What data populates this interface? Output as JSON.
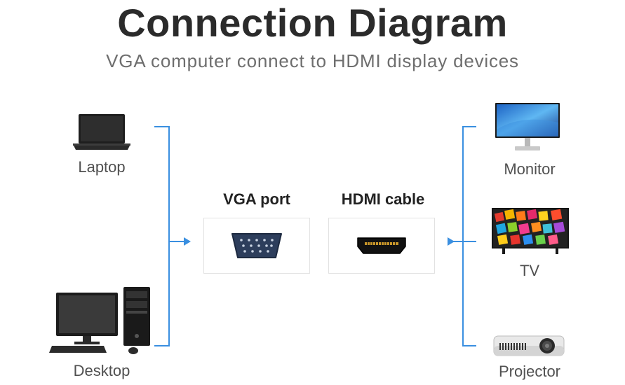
{
  "header": {
    "title": "Connection Diagram",
    "subtitle": "VGA computer connect to HDMI display devices"
  },
  "sources": [
    {
      "label": "Laptop",
      "icon": "laptop-icon"
    },
    {
      "label": "Desktop",
      "icon": "desktop-computer-icon"
    }
  ],
  "adapter": {
    "vga": {
      "label": "VGA port",
      "icon": "vga-port-icon"
    },
    "hdmi": {
      "label": "HDMI cable",
      "icon": "hdmi-port-icon"
    }
  },
  "displays": [
    {
      "label": "Monitor",
      "icon": "monitor-icon"
    },
    {
      "label": "TV",
      "icon": "tv-icon"
    },
    {
      "label": "Projector",
      "icon": "projector-icon"
    }
  ],
  "colors": {
    "connector_line": "#3a8fe0",
    "port_body": "#2d3e5c"
  }
}
